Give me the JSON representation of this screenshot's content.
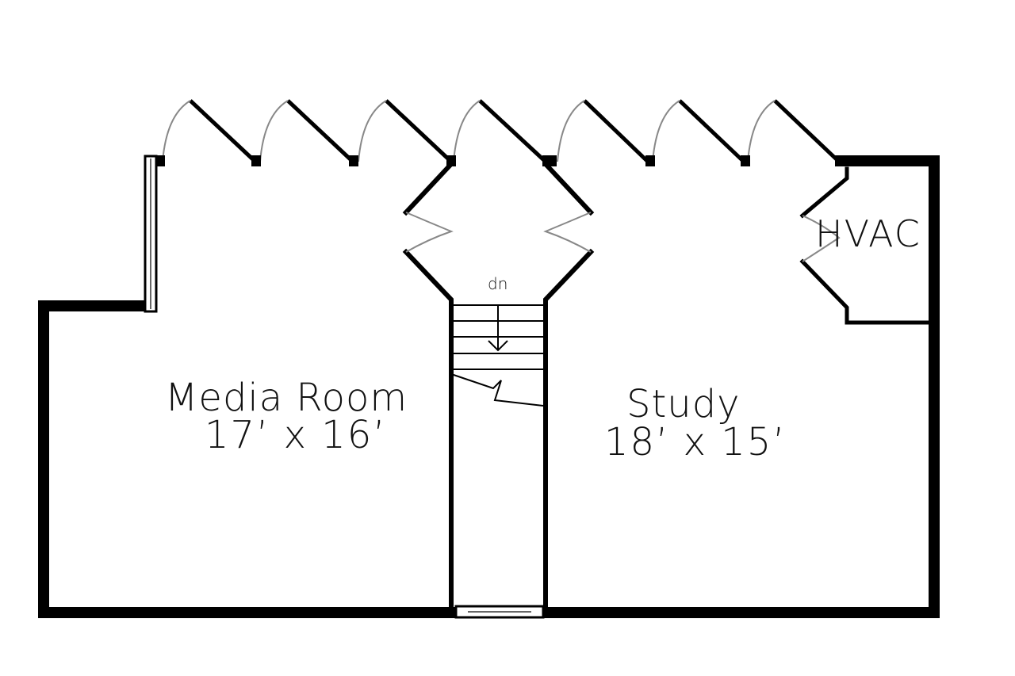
{
  "rooms": {
    "media": {
      "name": "Media Room",
      "size": "17’ x 16’"
    },
    "study": {
      "name": "Study",
      "size": "18’ x 15’"
    },
    "hvac": {
      "name": "HVAC"
    }
  },
  "stairs": {
    "direction_label": "dn"
  },
  "colors": {
    "wall": "#000000",
    "door_swing": "#888888",
    "window": "#666666",
    "background": "#ffffff"
  }
}
